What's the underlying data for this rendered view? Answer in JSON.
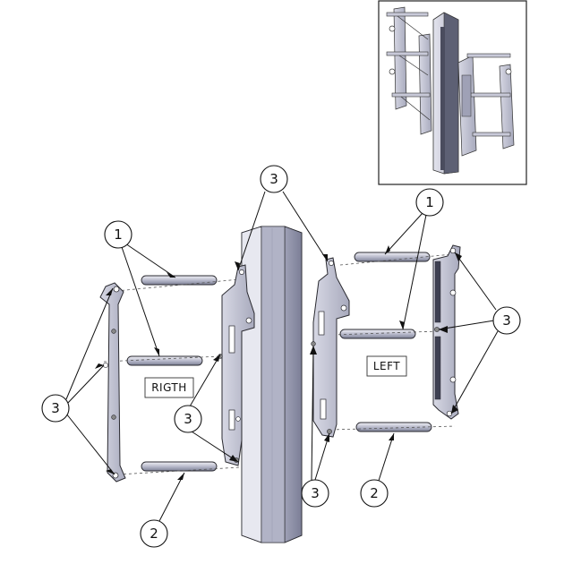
{
  "callouts": {
    "c1_left": "1",
    "c1_right": "1",
    "c2_left": "2",
    "c2_right": "2",
    "c3_top": "3",
    "c3_leftside": "3",
    "c3_mid": "3",
    "c3_rightside": "3",
    "c3_bottom": "3"
  },
  "labels": {
    "right_assembly": "RIGTH",
    "left_assembly": "LEFT"
  },
  "colors": {
    "steel_light": "#dcdde8",
    "steel_mid": "#b6b8cc",
    "steel_dark": "#8f92a8",
    "outline": "#2a2a30"
  }
}
